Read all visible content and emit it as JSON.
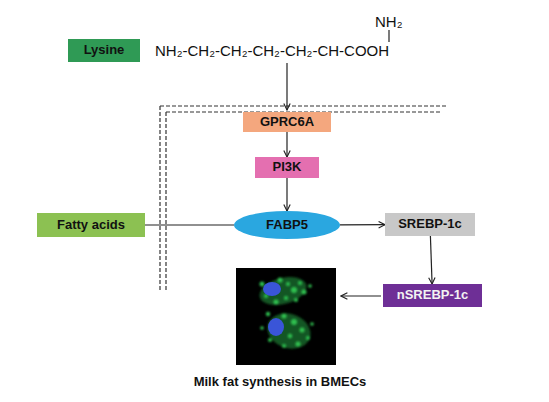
{
  "diagram": {
    "caption": "Milk fat synthesis in BMECs",
    "nodes": [
      {
        "text": [
          "Lysine"
        ]
      },
      {
        "text": [
          "GPRC6A"
        ]
      },
      {
        "text": [
          "PI3K"
        ]
      },
      {
        "text": [
          "Fatty acids"
        ]
      },
      {
        "text": [
          "FABP5"
        ]
      },
      {
        "text": [
          "SREBP-1c"
        ]
      },
      {
        "text": [
          "nSREBP-1c"
        ]
      }
    ],
    "edges": [
      {
        "from": 1,
        "to": 2,
        "arrow": "to"
      },
      {
        "from": 2,
        "to": 4,
        "arrow": "to"
      },
      {
        "from": 3,
        "to": 4,
        "arrow": "none"
      },
      {
        "from": 4,
        "to": 5,
        "arrow": "to"
      },
      {
        "from": 5,
        "to": 6,
        "arrow": "to"
      }
    ],
    "labels": [
      "NH₂",
      "NH₂-CH₂-CH₂-CH₂-CH₂-CH-COOH"
    ]
  }
}
